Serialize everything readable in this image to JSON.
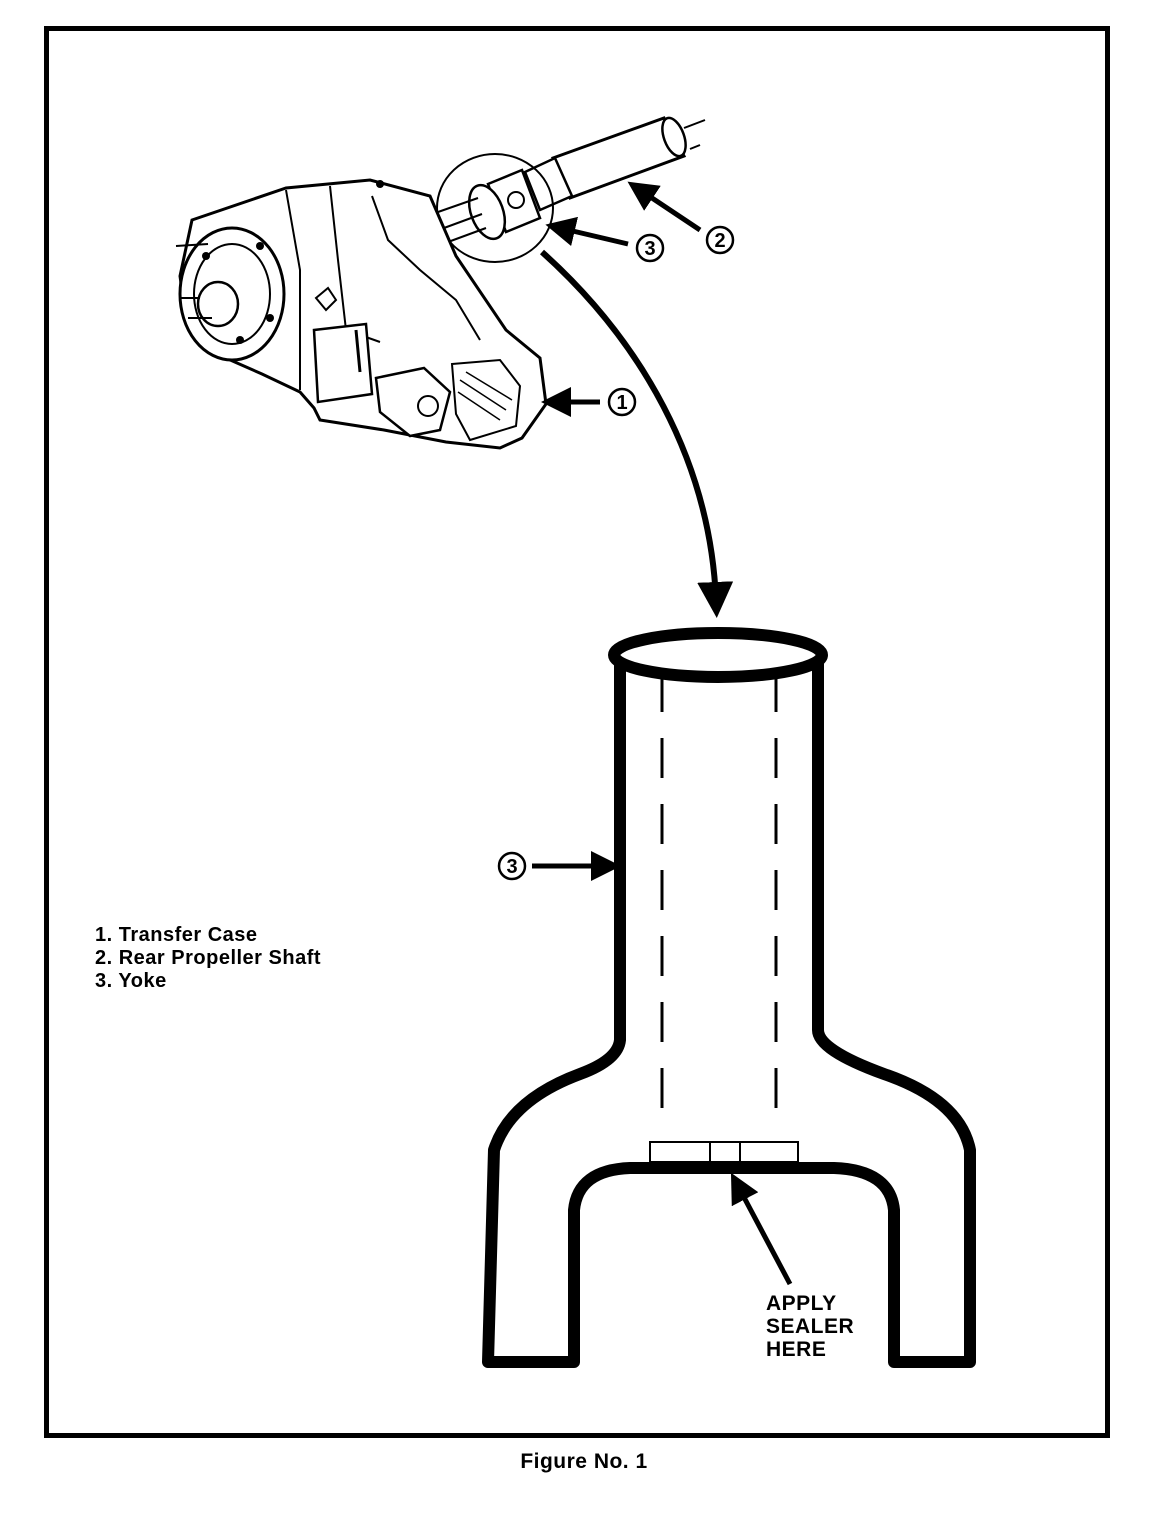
{
  "legend": {
    "items": [
      "1. Transfer Case",
      "2. Rear Propeller Shaft",
      "3. Yoke"
    ]
  },
  "callouts": {
    "transfer_case": "1",
    "rear_propeller_shaft": "2",
    "yoke_top": "3",
    "yoke_side": "3"
  },
  "sealer_note": [
    "APPLY",
    "SEALER",
    "HERE"
  ],
  "caption": "Figure No. 1"
}
